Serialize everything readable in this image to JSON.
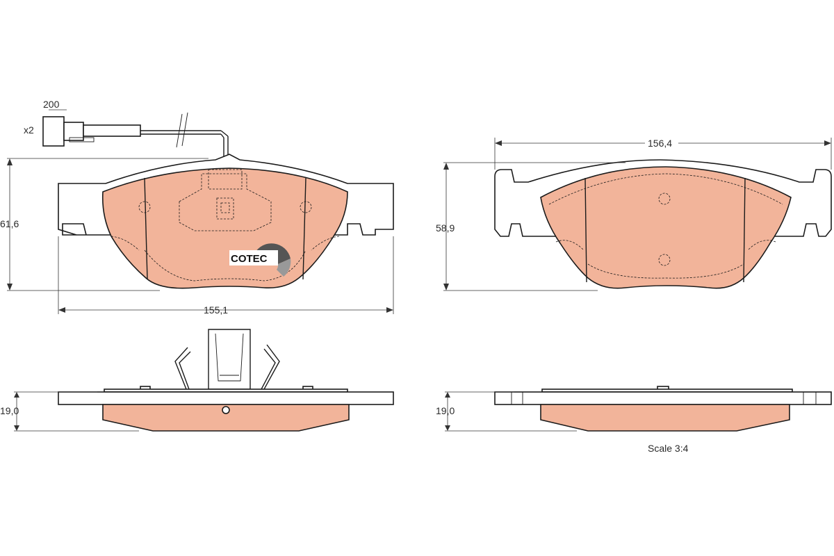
{
  "colors": {
    "pad_fill": "#f2b49a",
    "outline": "#1a1a1a",
    "background": "#ffffff"
  },
  "sensor": {
    "length_label": "200",
    "quantity_label": "x2"
  },
  "front_pad": {
    "height_label": "61,6",
    "width_label": "155,1",
    "thickness_label": "19,0",
    "logo_text": "COTEC"
  },
  "rear_pad": {
    "height_label": "58,9",
    "width_label": "156,4",
    "thickness_label": "19,0"
  },
  "scale_label": "Scale 3:4"
}
